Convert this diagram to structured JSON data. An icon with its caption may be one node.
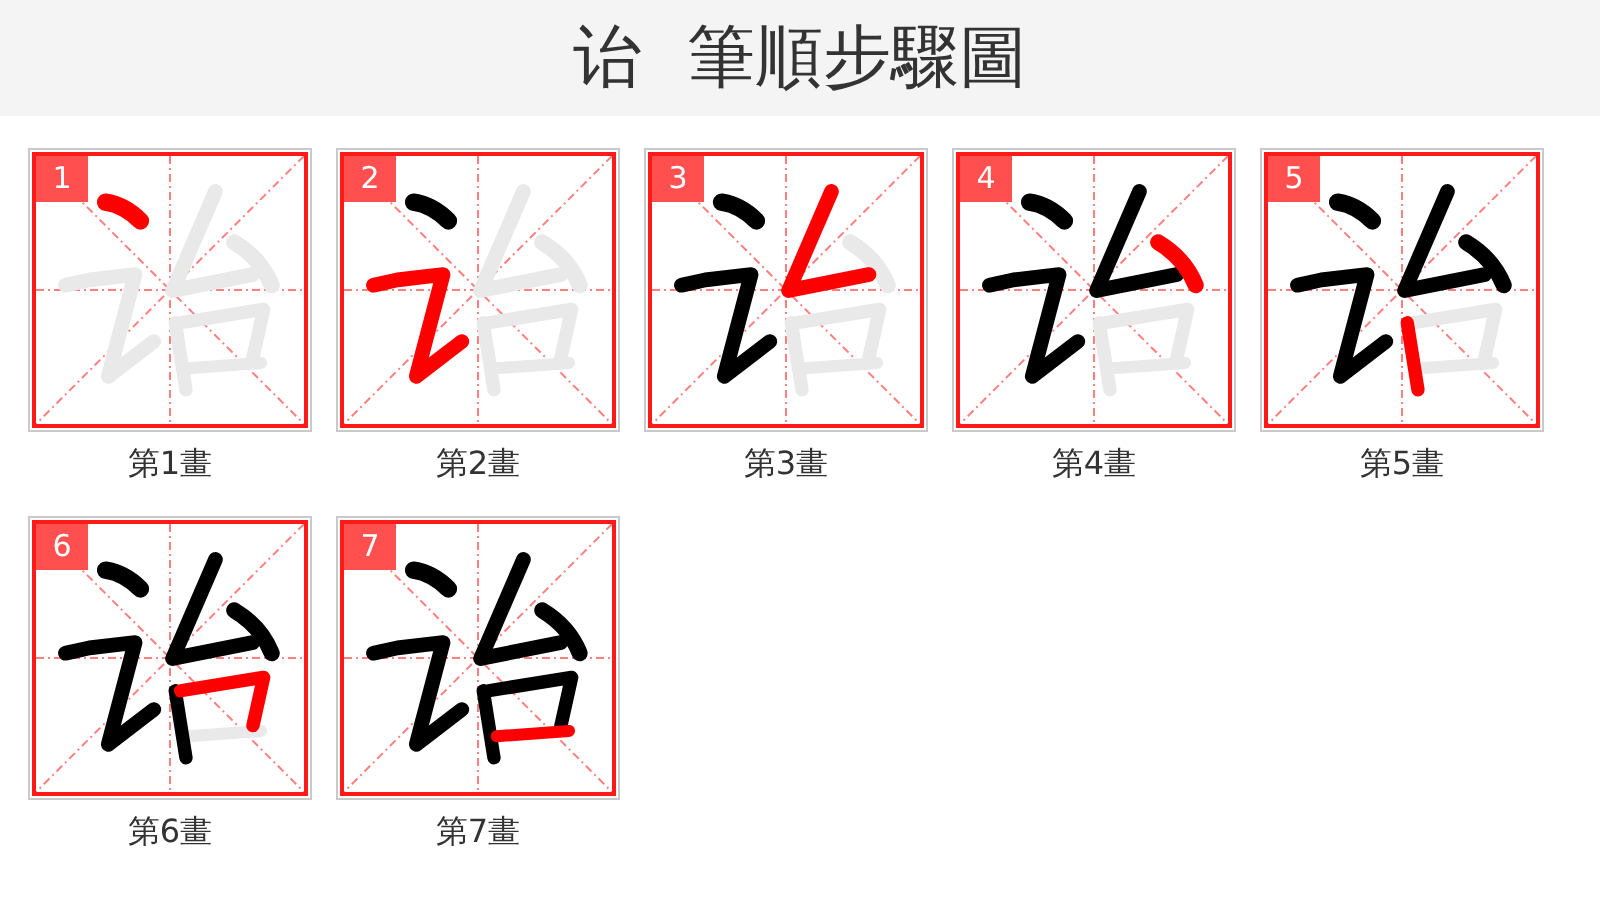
{
  "diagram": {
    "title": "诒 筆順步驟圖",
    "nodes": [
      {
        "text": [
          "1"
        ],
        "beside": [
          "第1畫"
        ]
      },
      {
        "text": [
          "2"
        ],
        "beside": [
          "第2畫"
        ]
      },
      {
        "text": [
          "3"
        ],
        "beside": [
          "第3畫"
        ]
      },
      {
        "text": [
          "4"
        ],
        "beside": [
          "第4畫"
        ]
      },
      {
        "text": [
          "5"
        ],
        "beside": [
          "第5畫"
        ]
      },
      {
        "text": [
          "6"
        ],
        "beside": [
          "第6畫"
        ]
      },
      {
        "text": [
          "7"
        ],
        "beside": [
          "第7畫"
        ]
      }
    ]
  }
}
